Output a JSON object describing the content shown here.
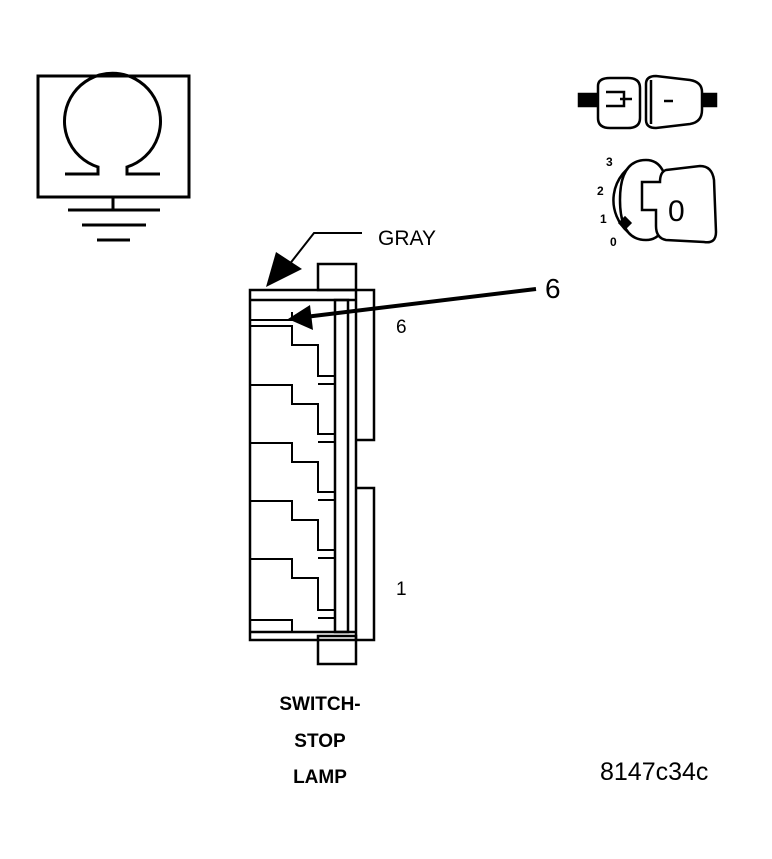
{
  "callout": {
    "wire_color": "GRAY",
    "pointer_label": "6"
  },
  "pins": {
    "top_label": "6",
    "bottom_label": "1"
  },
  "switch_dial": {
    "positions": [
      "3",
      "2",
      "1",
      "0"
    ],
    "selected_label": "0"
  },
  "component": {
    "name_lines": [
      "SWITCH-",
      "STOP",
      "LAMP"
    ]
  },
  "figure_id": "8147c34c",
  "icons": {
    "meter": "ohmmeter-icon",
    "ground": "ground-symbol-icon",
    "connector": "connector-disconnected-icon",
    "ignition": "ignition-key-off-icon"
  }
}
